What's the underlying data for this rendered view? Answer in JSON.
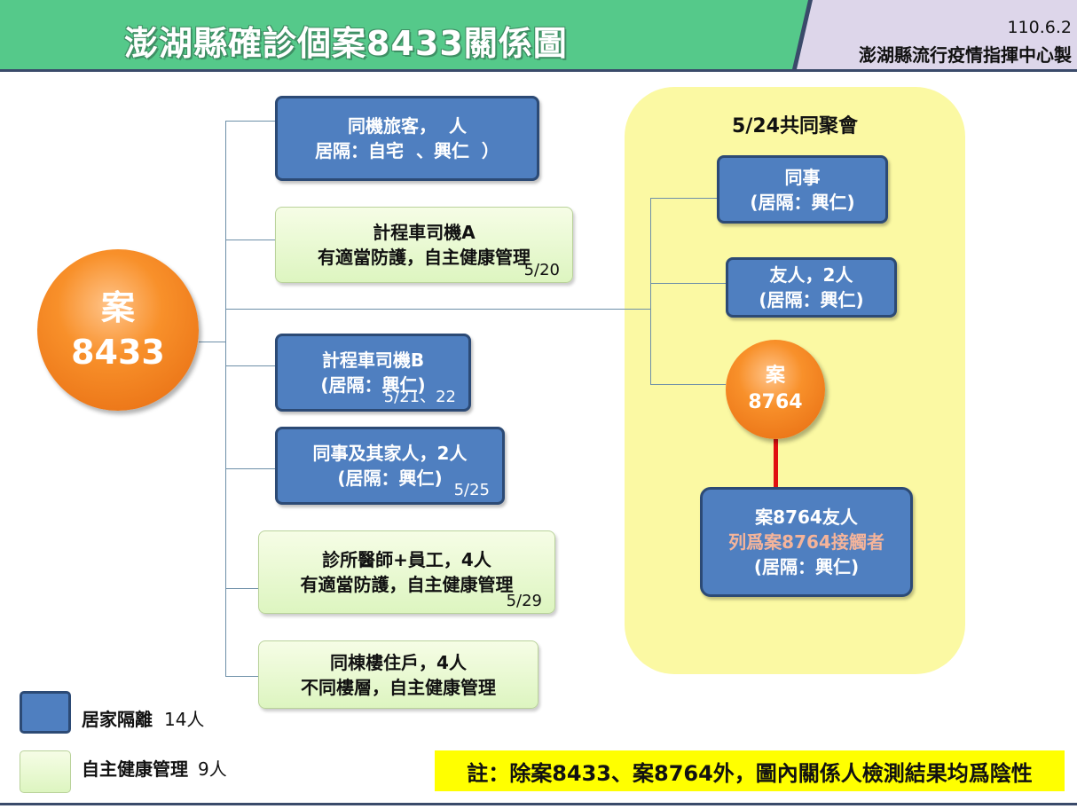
{
  "header": {
    "title": "澎湖縣確診個案8433關係圖",
    "date": "110.6.2",
    "org": "澎湖縣流行疫情指揮中心製"
  },
  "case_main": {
    "line1": "案",
    "line2": "8433"
  },
  "left_nodes": [
    {
      "line1": "同機旅客，  人",
      "line2": "居隔：自宅  、興仁  ）",
      "date": "",
      "kind": "home-quarantine"
    },
    {
      "line1": "計程車司機A",
      "line2": "有適當防護，自主健康管理",
      "date": "5/20",
      "kind": "self-health"
    },
    {
      "line1": "計程車司機B",
      "line2": "(居隔：興仁)",
      "date": "5/21、22",
      "kind": "home-quarantine"
    },
    {
      "line1": "同事及其家人，2人",
      "line2": "(居隔：興仁)",
      "date": "5/25",
      "kind": "home-quarantine"
    },
    {
      "line1": "診所醫師+員工，4人",
      "line2": "有適當防護，自主健康管理",
      "date": "5/29",
      "kind": "self-health"
    },
    {
      "line1": "同棟樓住戶，4人",
      "line2": "不同樓層，自主健康管理",
      "date": "",
      "kind": "self-health"
    }
  ],
  "gathering": {
    "title": "5/24共同聚會",
    "nodes": [
      {
        "line1": "同事",
        "line2": "(居隔：興仁)"
      },
      {
        "line1": "友人，2人",
        "line2": "(居隔：興仁)"
      }
    ],
    "case2": {
      "line1": "案",
      "line2": "8764"
    },
    "case2_contact": {
      "line1": "案8764友人",
      "line2": "列爲案8764接觸者",
      "line3": "(居隔：興仁)"
    }
  },
  "legend": [
    {
      "label": "居家隔離",
      "count": "14人",
      "kind": "home-quarantine"
    },
    {
      "label": "自主健康管理",
      "count": "9人",
      "kind": "self-health"
    }
  ],
  "note": "註：除案8433、案8764外，圖內關係人檢測結果均爲陰性",
  "colors": {
    "header_green": "#55c98a",
    "home_quarantine_blue": "#4f7fc0",
    "self_health_green": "#e6f8cf",
    "case_orange": "#f8902a",
    "gathering_yellow": "#fbf9a3",
    "note_yellow": "#ffff00",
    "link_red": "#e01010"
  }
}
